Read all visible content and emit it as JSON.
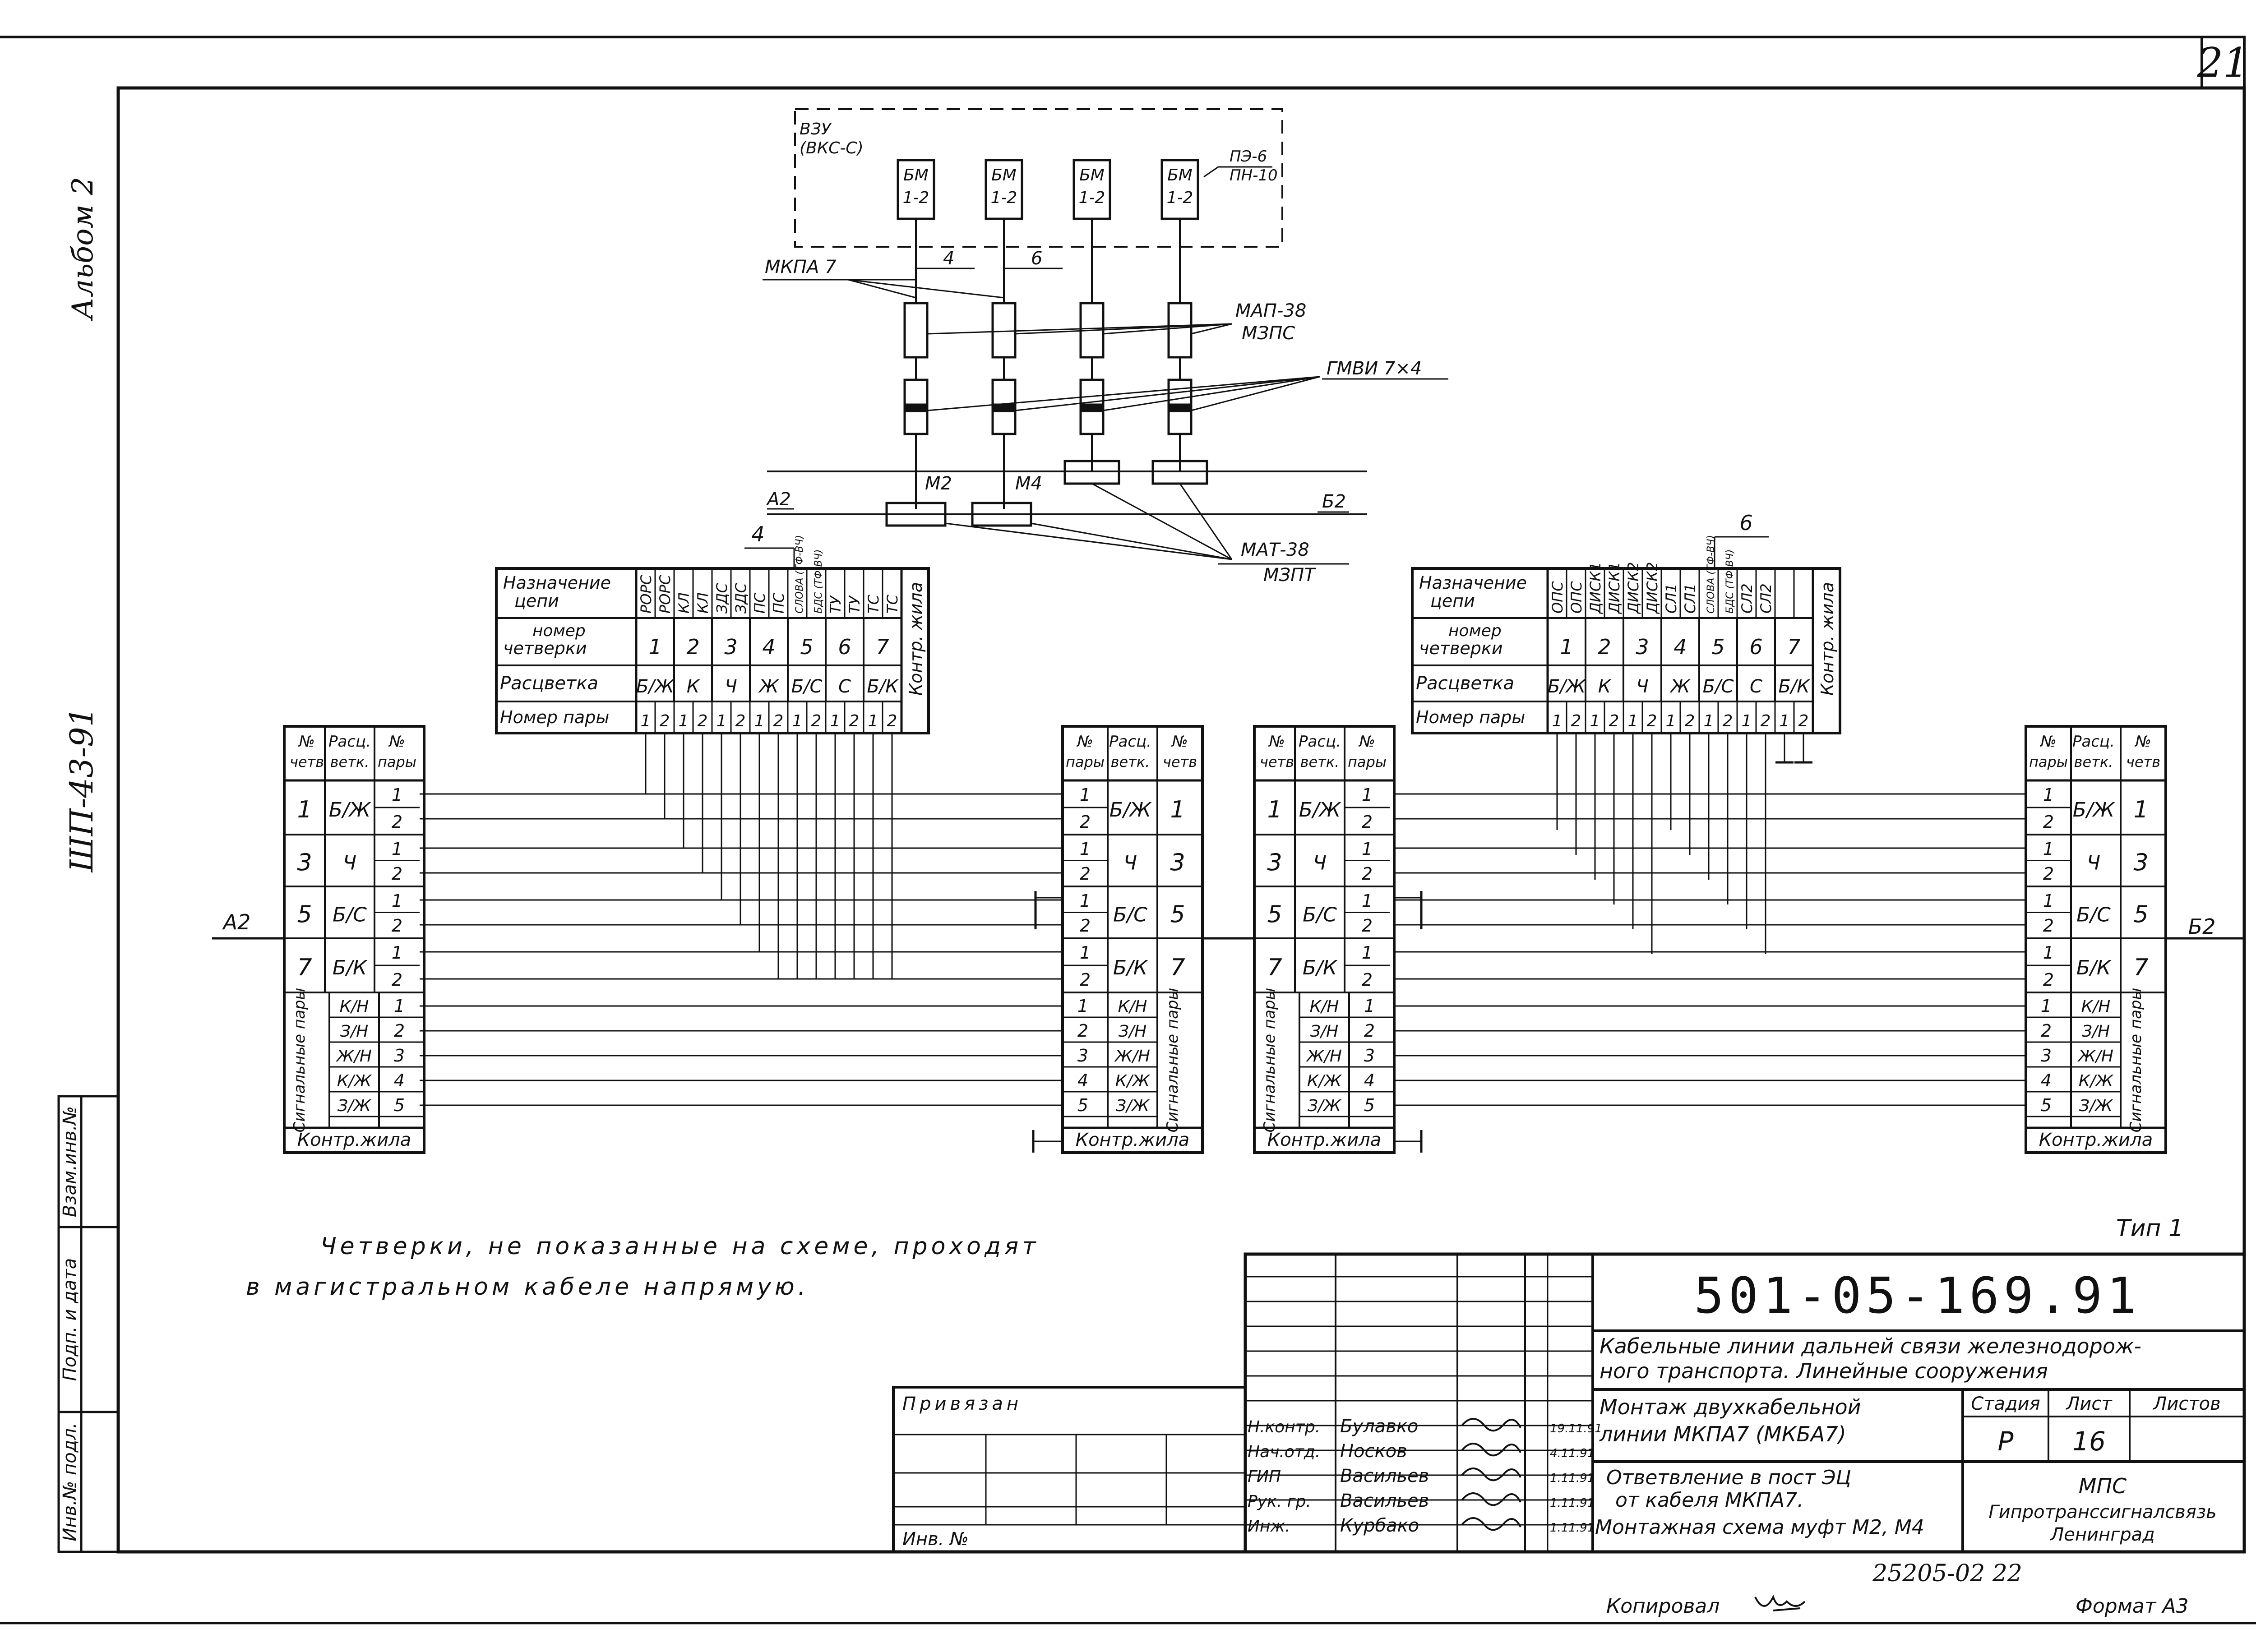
{
  "page": {
    "sheet_number": "21",
    "album": "Альбом 2",
    "series": "ШП-43-91",
    "type_label": "Тип 1",
    "note_line1": "Четверки, не показанные на схеме, проходят",
    "note_line2": "в магистральном кабеле напрямую.",
    "copied_by": "Копировал",
    "format": "Формат А3",
    "archive_number": "25205-02  22"
  },
  "left_margin": {
    "inv_replace": "Взам.инв.№",
    "signature_date": "Подп. и дата",
    "inv_original": "Инв.№ подл."
  },
  "top_diagram": {
    "vzu_label1": "ВЗУ",
    "vzu_label2": "(ВКС-С)",
    "bm_label1": "БМ",
    "bm_label2": "1-2",
    "pe_label1": "ПЭ-6",
    "pe_label2": "ПН-10",
    "cable_mkpa": "МКПА 7",
    "num_4": "4",
    "num_6": "6",
    "map_label": "МАП-38",
    "mzps_label": "МЗПС",
    "gmvi_label": "ГМВИ 7×4",
    "a2_label": "А2",
    "b2_label": "Б2",
    "m2_label": "М2",
    "m4_label": "М4",
    "mat_label": "МАТ-38",
    "mzpt_label": "МЗПТ"
  },
  "left_table": {
    "ref_number": "4",
    "row_headers": [
      "Назначение цепи",
      "номер четверки",
      "Расцветка",
      "Номер пары"
    ],
    "circuits": [
      "РОРС",
      "РОРС",
      "КЛ",
      "КЛ",
      "ЗДС",
      "ЗДС",
      "ПС",
      "ПС",
      "СЛОВА (ТФ-ВЧ)",
      "БДС (ТФ-ВЧ)",
      "ТУ",
      "ТУ",
      "ТС",
      "ТС"
    ],
    "quads": [
      "1",
      "2",
      "3",
      "4",
      "5",
      "6",
      "7"
    ],
    "colors": [
      "Б/Ж",
      "К",
      "Ч",
      "Ж",
      "Б/С",
      "С",
      "Б/К"
    ],
    "pairs": [
      "1",
      "2",
      "1",
      "2",
      "1",
      "2",
      "1",
      "2",
      "1",
      "2",
      "1",
      "2",
      "1",
      "2"
    ],
    "control_wire": "Контр. жила"
  },
  "right_table": {
    "ref_number": "6",
    "circuits": [
      "ОПС",
      "ОПС",
      "ДИСК1",
      "ДИСК1",
      "ДИСК2",
      "ДИСК2",
      "СЛ1",
      "СЛ1",
      "СЛОВА (ТФ-ВЧ)",
      "БДС (ТФ-ВЧ)",
      "СЛ2",
      "СЛ2",
      "",
      ""
    ],
    "quads": [
      "1",
      "2",
      "3",
      "4",
      "5",
      "6",
      "7"
    ],
    "colors": [
      "Б/Ж",
      "К",
      "Ч",
      "Ж",
      "Б/С",
      "С",
      "Б/К"
    ],
    "pairs": [
      "1",
      "2",
      "1",
      "2",
      "1",
      "2",
      "1",
      "2",
      "1",
      "2",
      "1",
      "2",
      "1",
      "2"
    ],
    "control_wire": "Контр. жила"
  },
  "terminal_blocks": {
    "hdr_quad": "№ четв",
    "hdr_color": "Расц. ветк.",
    "hdr_pair": "№ пары",
    "quads": [
      {
        "quad": "1",
        "color": "Б/Ж"
      },
      {
        "quad": "3",
        "color": "Ч"
      },
      {
        "quad": "5",
        "color": "Б/С"
      },
      {
        "quad": "7",
        "color": "Б/К"
      }
    ],
    "signal_label": "Сигнальные пары",
    "signal_pairs": [
      {
        "num": "1",
        "color": "К/Н"
      },
      {
        "num": "2",
        "color": "З/Н"
      },
      {
        "num": "3",
        "color": "Ж/Н"
      },
      {
        "num": "4",
        "color": "К/Ж"
      },
      {
        "num": "5",
        "color": "З/Ж"
      }
    ],
    "control_wire": "Контр.жила",
    "line_a2": "А2",
    "line_b2": "Б2"
  },
  "title_block": {
    "doc_code": "501-05-169.91",
    "project": "Кабельные линии дальней связи железнодорожного транспорта. Линейные сооружения",
    "project_l1": "Кабельные линии дальней связи железнодорож-",
    "project_l2": "ного транспорта. Линейные сооружения",
    "subject_l1": "Монтаж двухкабельной",
    "subject_l2": "линии МКПА7 (МКБА7)",
    "sheet_title_l1": "Ответвление в пост ЭЦ",
    "sheet_title_l2": "от кабеля МКПА7.",
    "sheet_title_l3": "Монтажная схема муфт М2, М4",
    "stage_hdr": "Стадия",
    "sheet_hdr": "Лист",
    "sheets_hdr": "Листов",
    "stage": "Р",
    "sheet": "16",
    "org_l1": "МПС",
    "org_l2": "Гипротранссигналсвязь",
    "org_l3": "Ленинград",
    "bound": "Привязан",
    "inv_no": "Инв. №",
    "staff": [
      {
        "role": "Н.контр.",
        "name": "Булавко",
        "date": "19.11.91"
      },
      {
        "role": "Нач.отд.",
        "name": "Носков",
        "date": "4.11.91"
      },
      {
        "role": "ГИП",
        "name": "Васильев",
        "date": "1.11.91"
      },
      {
        "role": "Рук. гр.",
        "name": "Васильев",
        "date": "1.11.91"
      },
      {
        "role": "Инж.",
        "name": "Курбако",
        "date": "1.11.91"
      }
    ]
  }
}
